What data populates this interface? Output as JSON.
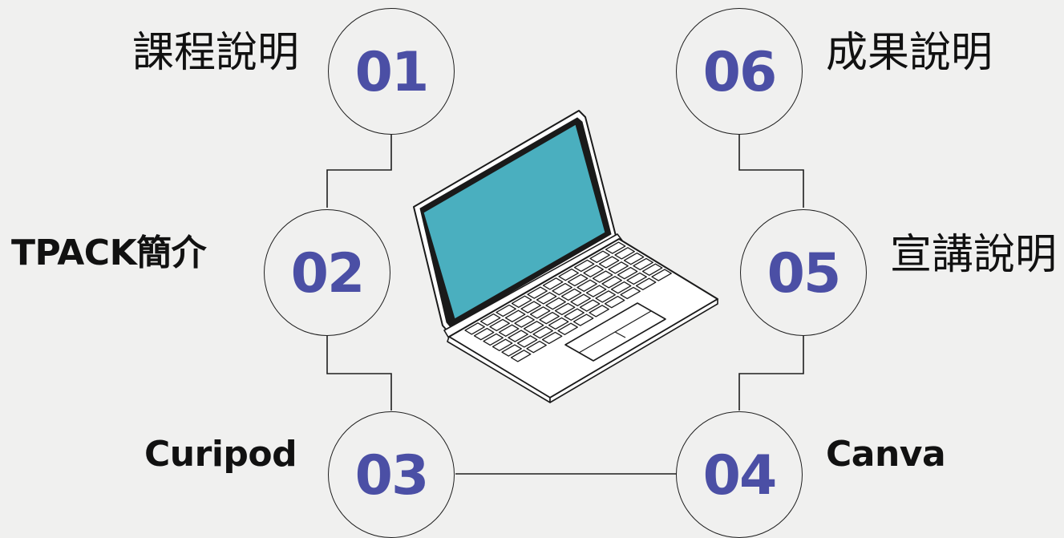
{
  "steps": [
    {
      "number": "01",
      "label": "課程說明"
    },
    {
      "number": "02",
      "label": "TPACK簡介"
    },
    {
      "number": "03",
      "label": "Curipod"
    },
    {
      "number": "04",
      "label": "Canva"
    },
    {
      "number": "05",
      "label": "宣講說明"
    },
    {
      "number": "06",
      "label": "成果說明"
    }
  ],
  "colors": {
    "background": "#f0f0ef",
    "number": "#4b4fa5",
    "line": "#1f1f1f",
    "screen": "#4aafbf"
  },
  "illustration": "laptop-icon"
}
